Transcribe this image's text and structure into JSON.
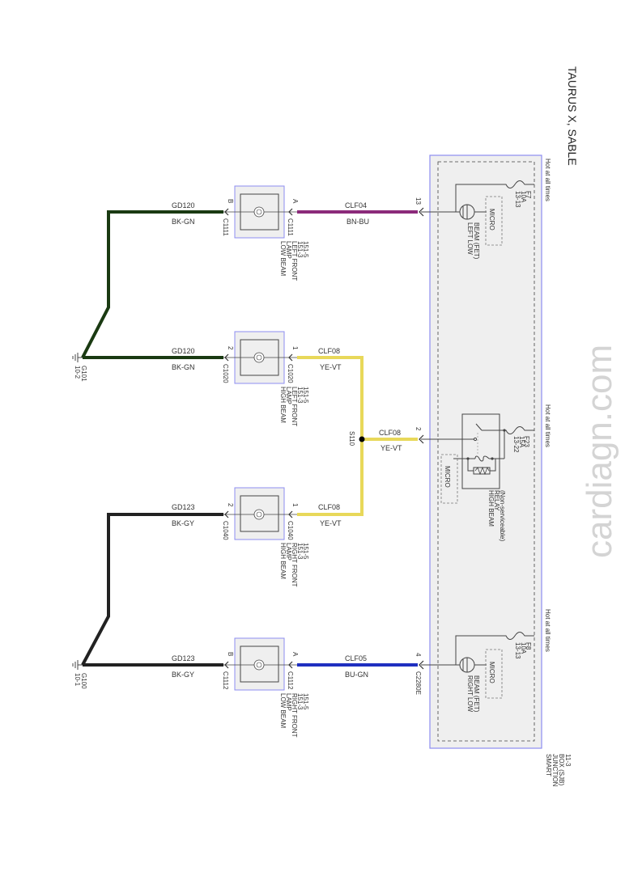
{
  "title": "TAURUS X, SABLE",
  "watermark": "cardiagn.com",
  "sjb": {
    "label_lines": [
      "SMART",
      "JUNCTION",
      "BOX (SJB)",
      "11-3"
    ],
    "hot_label": "Hot at all times",
    "micro_label": "MICRO",
    "fuses": [
      {
        "id": "F7",
        "rating": "10A",
        "ref": "13-13"
      },
      {
        "id": "F23",
        "rating": "15A",
        "ref": "13-22"
      },
      {
        "id": "F8",
        "rating": "10A",
        "ref": "13-13"
      }
    ],
    "left_fet": [
      "LEFT LOW",
      "BEAM (FET)"
    ],
    "right_fet": [
      "RIGHT LOW",
      "BEAM (FET)"
    ],
    "relay": [
      "HIGH BEAM",
      "RELAY",
      "(Non-serviceable)"
    ],
    "pins": [
      "13",
      "2",
      "4"
    ],
    "connector": "C2280E"
  },
  "wires": {
    "clf04": {
      "circuit": "CLF04",
      "color_code": "BN-BU",
      "hex": "#8b2a7a"
    },
    "clf08a": {
      "circuit": "CLF08",
      "color_code": "YE-VT",
      "hex": "#e8d85a"
    },
    "clf08b": {
      "circuit": "CLF08",
      "color_code": "YE-VT",
      "hex": "#e8d85a"
    },
    "clf08c": {
      "circuit": "CLF08",
      "color_code": "YE-VT",
      "hex": "#e8d85a"
    },
    "clf05": {
      "circuit": "CLF05",
      "color_code": "BU-GN",
      "hex": "#1f2fc0"
    },
    "gd120a": {
      "circuit": "GD120",
      "color_code": "BK-GN",
      "hex": "#1a3a12"
    },
    "gd120b": {
      "circuit": "GD120",
      "color_code": "BK-GN",
      "hex": "#1a3a12"
    },
    "gd123a": {
      "circuit": "GD123",
      "color_code": "BK-GY",
      "hex": "#222222"
    },
    "gd123b": {
      "circuit": "GD123",
      "color_code": "BK-GY",
      "hex": "#222222"
    }
  },
  "splice": "S110",
  "lamps": [
    {
      "name": [
        "LOW BEAM",
        "LAMP",
        "LEFT FRONT",
        "151-3",
        "151-5"
      ],
      "pin_in": "A",
      "pin_out": "B",
      "connector": "C1111"
    },
    {
      "name": [
        "HIGH BEAM",
        "LAMP",
        "LEFT FRONT",
        "151-3",
        "151-5"
      ],
      "pin_in": "1",
      "pin_out": "2",
      "connector": "C1020"
    },
    {
      "name": [
        "HIGH BEAM",
        "LAMP",
        "RIGHT FRONT",
        "151-3",
        "151-5"
      ],
      "pin_in": "1",
      "pin_out": "2",
      "connector": "C1040"
    },
    {
      "name": [
        "LOW BEAM",
        "LAMP",
        "RIGHT FRONT",
        "151-3",
        "151-5"
      ],
      "pin_in": "A",
      "pin_out": "B",
      "connector": "C1112"
    }
  ],
  "grounds": [
    {
      "id": "G101",
      "ref": "10-2"
    },
    {
      "id": "G100",
      "ref": "10-1"
    }
  ]
}
